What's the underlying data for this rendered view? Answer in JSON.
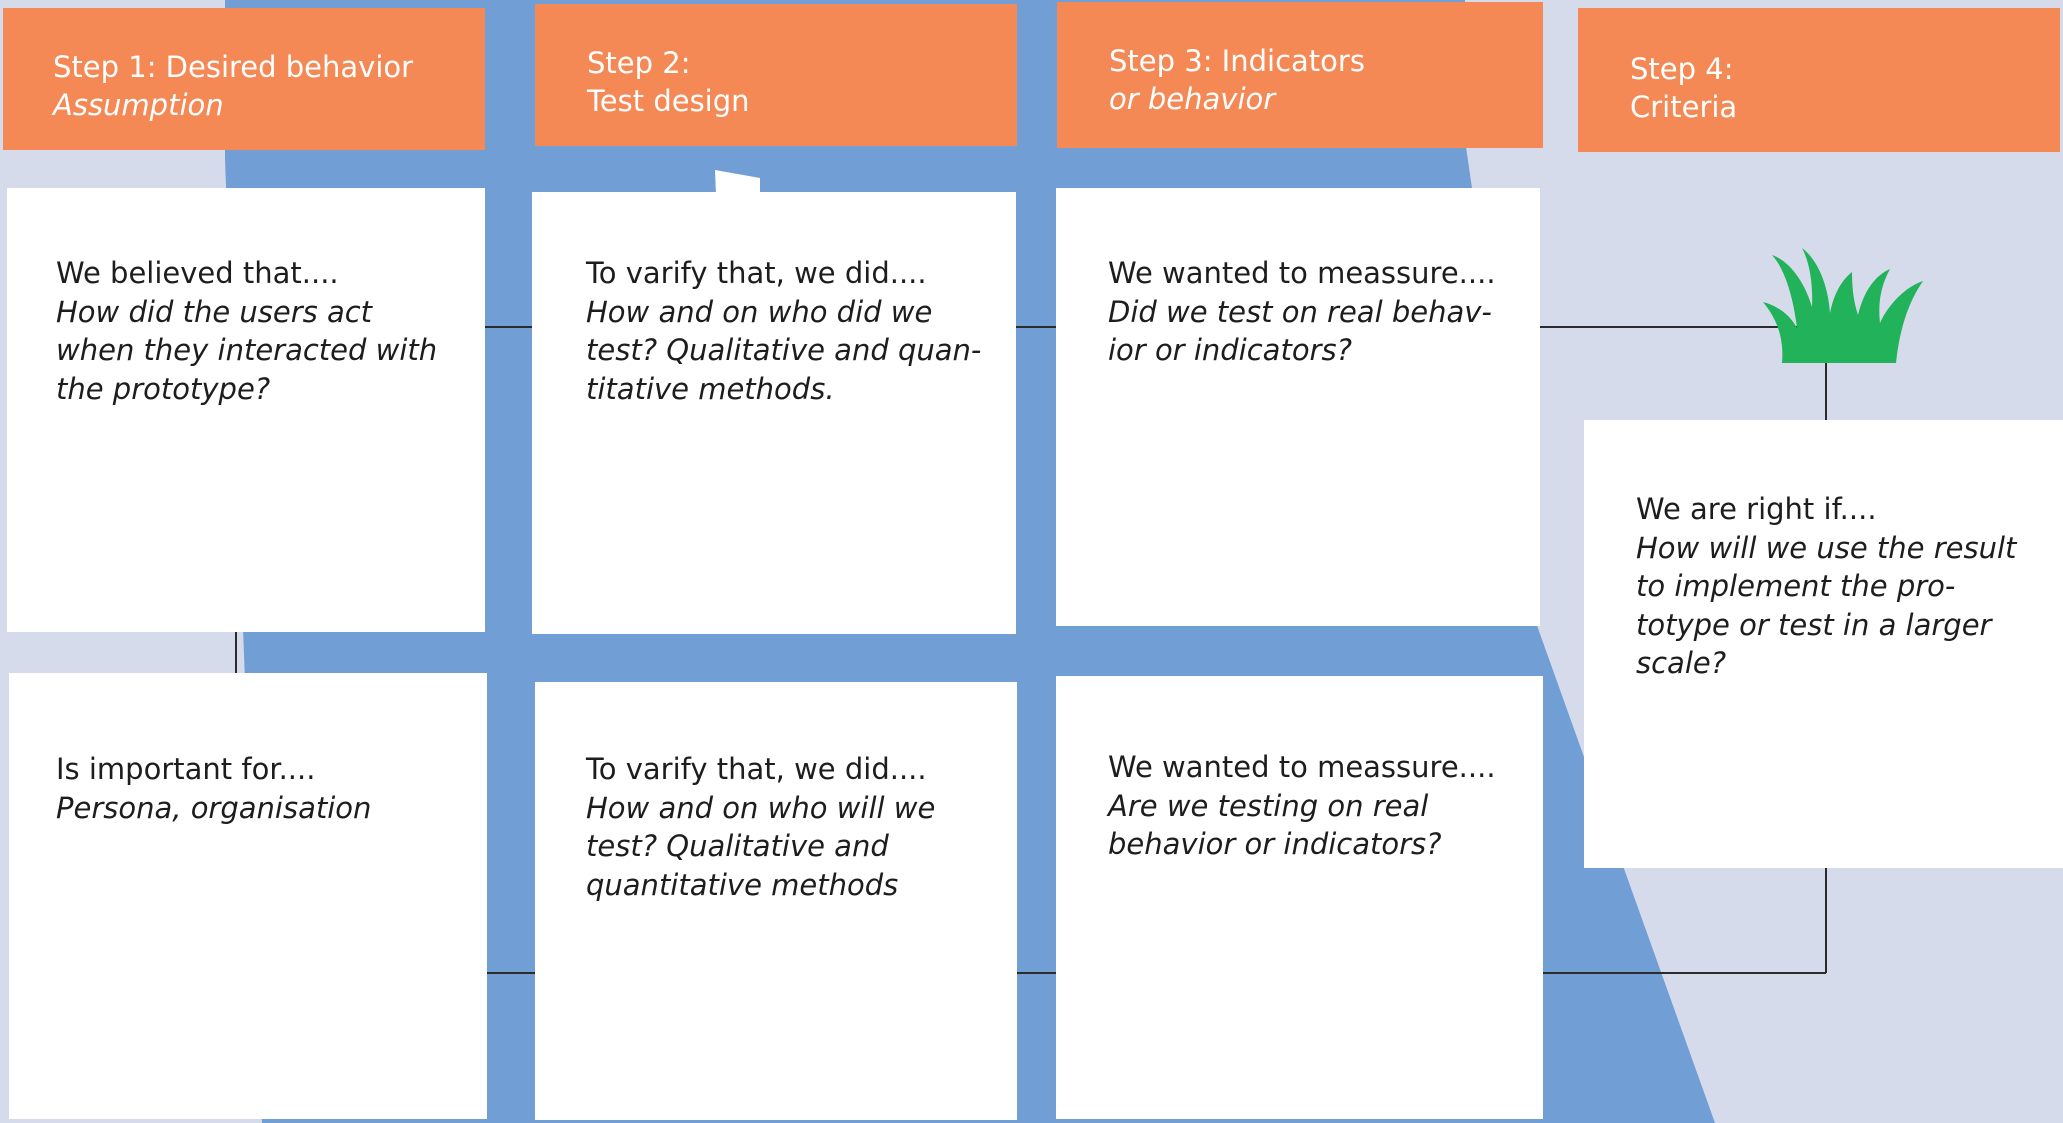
{
  "colors": {
    "page_background": "#d5dbeb",
    "blue_shape": "#719ed4",
    "header_orange": "#f58956",
    "card_white": "#ffffff",
    "connector_line": "#2b2b2b",
    "grass_green": "#22b35a"
  },
  "steps": [
    {
      "title": "Step 1: Desired behavior",
      "subtitle": "Assumption"
    },
    {
      "title": "Step 2:",
      "subtitle": "Test design"
    },
    {
      "title": "Step 3: Indicators",
      "subtitle": "or behavior"
    },
    {
      "title": "Step 4:",
      "subtitle": "Criteria"
    }
  ],
  "cards": {
    "assumption": {
      "lead": "We believed that....",
      "prompt_lines": [
        "How did the users act",
        "when they interacted with",
        "the prototype?"
      ]
    },
    "importance": {
      "lead": "Is important for....",
      "prompt_lines": [
        "Persona, organisation"
      ]
    },
    "test_done": {
      "lead": "To varify that, we did....",
      "prompt_lines": [
        "How and on who did we",
        "test? Qualitative and quan-",
        "titative methods."
      ]
    },
    "test_planned": {
      "lead": "To varify that, we did....",
      "prompt_lines": [
        "How and on who will we",
        "test? Qualitative and",
        "quantitative methods"
      ]
    },
    "measure_done": {
      "lead": "We wanted to meassure....",
      "prompt_lines": [
        "Did we test on real behav-",
        "ior or indicators?"
      ]
    },
    "measure_planned": {
      "lead": "We wanted to meassure....",
      "prompt_lines": [
        "Are we testing on real",
        "behavior or indicators?"
      ]
    },
    "criteria": {
      "lead": "We are right if....",
      "prompt_lines": [
        "How will we use the result",
        "to implement the pro-",
        "totype or test in a larger",
        "scale?"
      ]
    }
  },
  "icons": {
    "grass": "grass-icon"
  }
}
